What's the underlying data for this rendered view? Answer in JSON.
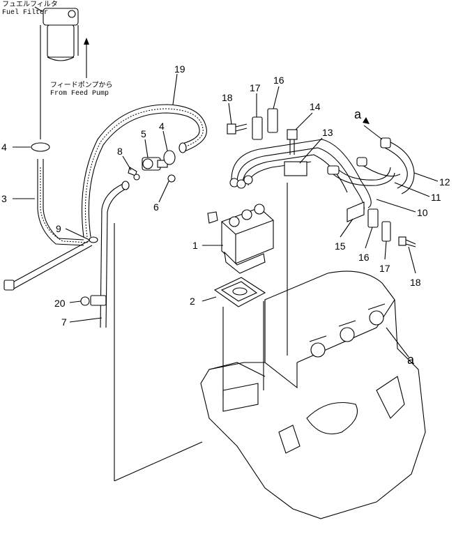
{
  "labels": {
    "fuel_filter_jp": "フュエルフィルタ",
    "fuel_filter_en": "Fuel Filter",
    "feed_pump_jp": "フィードポンプから",
    "feed_pump_en": "From Feed Pump",
    "callouts": [
      "1",
      "2",
      "3",
      "4",
      "5",
      "6",
      "7",
      "8",
      "9",
      "10",
      "11",
      "12",
      "13",
      "14",
      "15",
      "16",
      "17",
      "18",
      "19",
      "20"
    ],
    "view_a": "a"
  },
  "colors": {
    "ink": "#000000",
    "paper": "#ffffff"
  }
}
